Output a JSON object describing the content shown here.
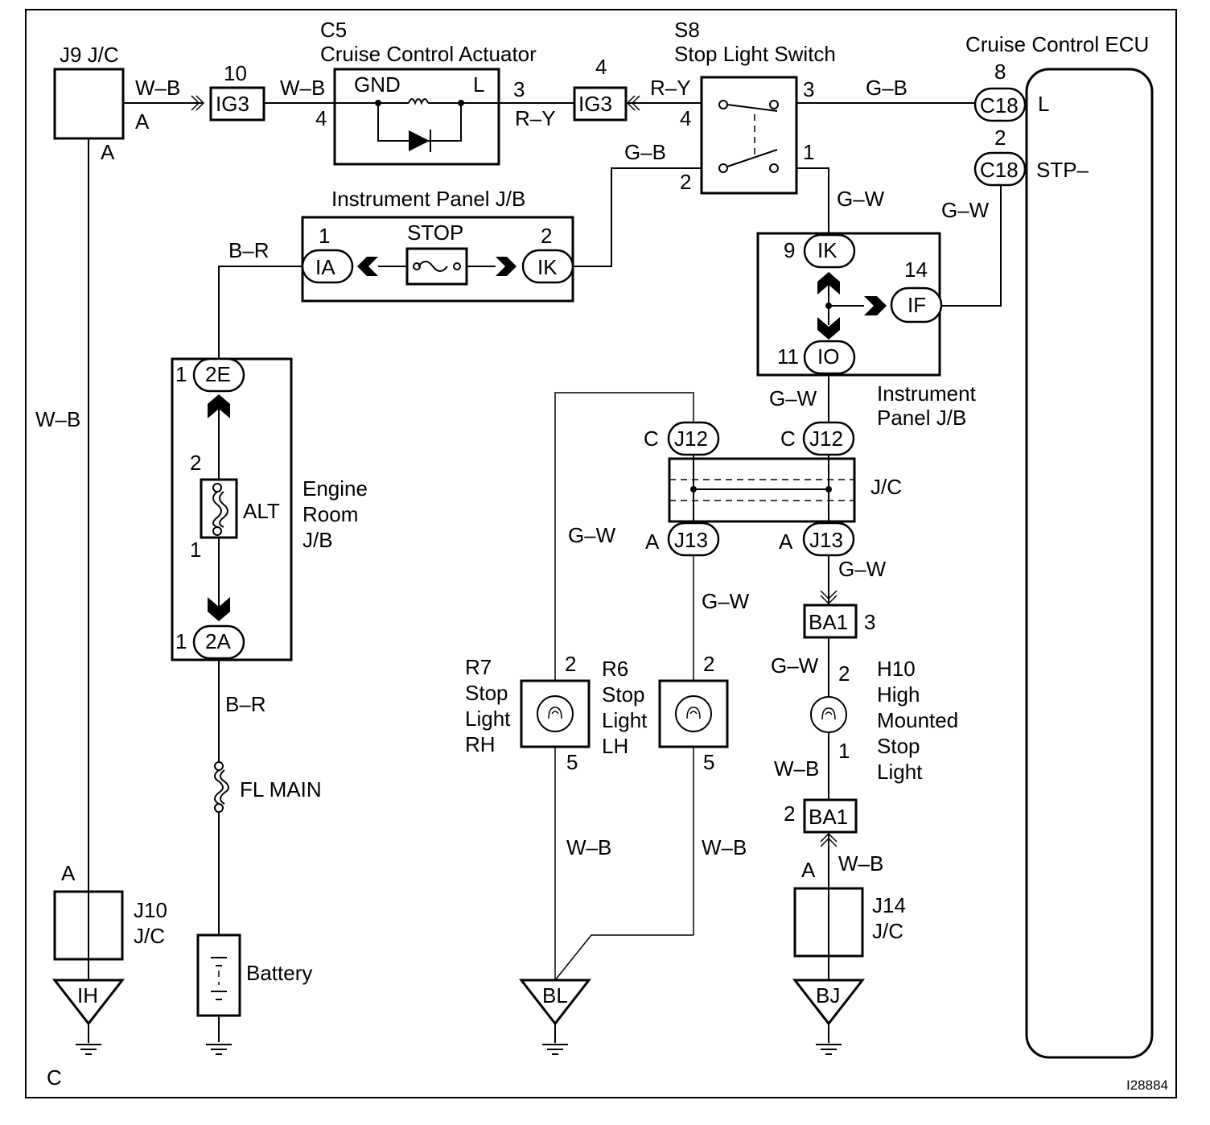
{
  "figure_id": "I28884",
  "corner_letter": "C",
  "j9": {
    "name": "J9 J/C",
    "pin_right": "A",
    "pin_bottom": "A"
  },
  "j10": {
    "name_line1": "J10",
    "name_line2": "J/C",
    "pin": "A"
  },
  "j14": {
    "name_line1": "J14",
    "name_line2": "J/C",
    "pin": "A"
  },
  "c5": {
    "code": "C5",
    "name": "Cruise Control Actuator",
    "gnd": "GND",
    "l": "L",
    "pin_left": "4",
    "pin_right": "3"
  },
  "s8": {
    "code": "S8",
    "name": "Stop Light Switch",
    "pin_4": "4",
    "pin_3": "3",
    "pin_2": "2",
    "pin_1": "1"
  },
  "ecu": {
    "name": "Cruise Control ECU",
    "pin_top": "8",
    "conn_top": "C18",
    "term_top": "L",
    "pin_bot": "2",
    "conn_bot": "C18",
    "term_bot": "STP–"
  },
  "ig3_left": {
    "label": "IG3",
    "pin": "10"
  },
  "ig3_right": {
    "label": "IG3",
    "pin": "4"
  },
  "ipjb_top": {
    "name": "Instrument Panel J/B",
    "fuse": "STOP",
    "left_conn": "IA",
    "left_pin": "1",
    "right_conn": "IK",
    "right_pin": "2"
  },
  "ipjb_right": {
    "name_line1": "Instrument",
    "name_line2": "Panel J/B",
    "ik": "IK",
    "ik_pin": "9",
    "if": "IF",
    "if_pin": "14",
    "io": "IO",
    "io_pin": "11"
  },
  "erjb": {
    "name_line1": "Engine",
    "name_line2": "Room",
    "name_line3": "J/B",
    "top_conn": "2E",
    "top_pin": "1",
    "fuse": "ALT",
    "fuse_pin_top": "2",
    "fuse_pin_bot": "1",
    "bot_conn": "2A",
    "bot_pin": "1"
  },
  "fl_main": "FL MAIN",
  "battery": "Battery",
  "jc_mid": {
    "name": "J/C",
    "j12_left": "J12",
    "j12_left_pin": "C",
    "j12_right": "J12",
    "j12_right_pin": "C",
    "j13_left": "J13",
    "j13_left_pin": "A",
    "j13_right": "J13",
    "j13_right_pin": "A"
  },
  "ba1_top": {
    "label": "BA1",
    "pin": "3"
  },
  "ba1_bot": {
    "label": "BA1",
    "pin": "2"
  },
  "r7": {
    "code": "R7",
    "line1": "Stop",
    "line2": "Light",
    "line3": "RH",
    "pin_top": "2",
    "pin_bot": "5"
  },
  "r6": {
    "code": "R6",
    "line1": "Stop",
    "line2": "Light",
    "line3": "LH",
    "pin_top": "2",
    "pin_bot": "5"
  },
  "h10": {
    "code": "H10",
    "line1": "High",
    "line2": "Mounted",
    "line3": "Stop",
    "line4": "Light",
    "pin_top": "2",
    "pin_bot": "1"
  },
  "grounds": {
    "ih": "IH",
    "bl": "BL",
    "bj": "BJ"
  },
  "wires": {
    "wb_j9": "W–B",
    "wb_c5": "W–B",
    "ry_c5": "R–Y",
    "ry_s8": "R–Y",
    "gb_ecu": "G–B",
    "gb_s8": "G–B",
    "br_top": "B–R",
    "br_bot": "B–R",
    "gw_s8": "G–W",
    "gw_ecu": "G–W",
    "gw_io": "G–W",
    "gw_rh": "G–W",
    "gw_lh": "G–W",
    "gw_j13": "G–W",
    "gw_ba1": "G–W",
    "wb_left": "W–B",
    "wb_rh": "W–B",
    "wb_lh": "W–B",
    "wb_h10": "W–B",
    "wb_ba1": "W–B"
  }
}
